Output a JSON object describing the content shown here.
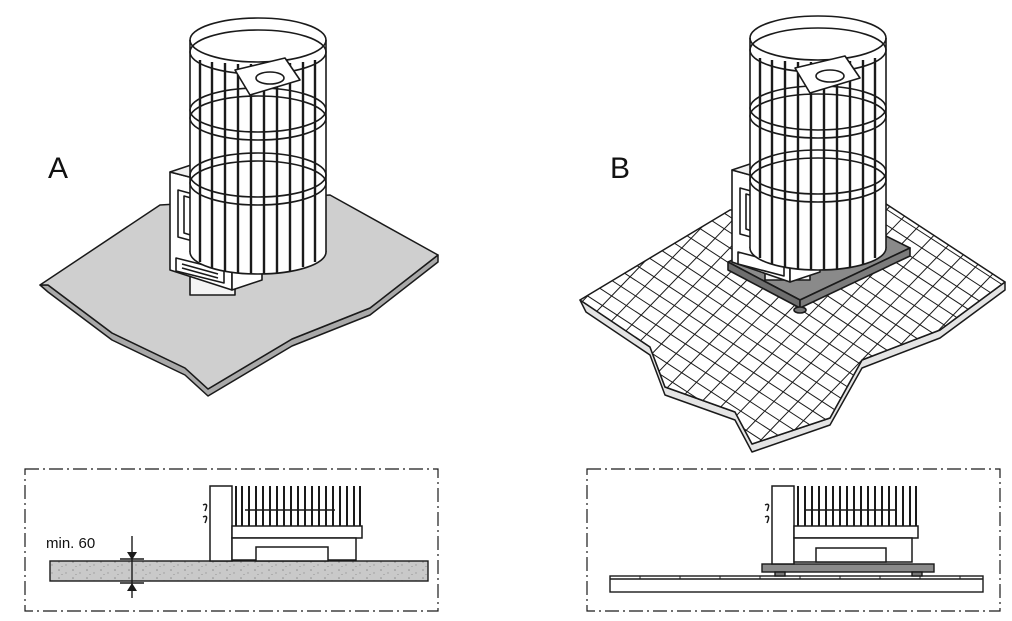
{
  "panels": [
    {
      "label": "A",
      "floor": "concrete"
    },
    {
      "label": "B",
      "floor": "tiled"
    }
  ],
  "dimension": {
    "text": "min. 60"
  },
  "colors": {
    "line": "#1a1a1a",
    "concrete": "#c9c9c9",
    "plate": "#8a8a8a",
    "background": "#ffffff"
  }
}
